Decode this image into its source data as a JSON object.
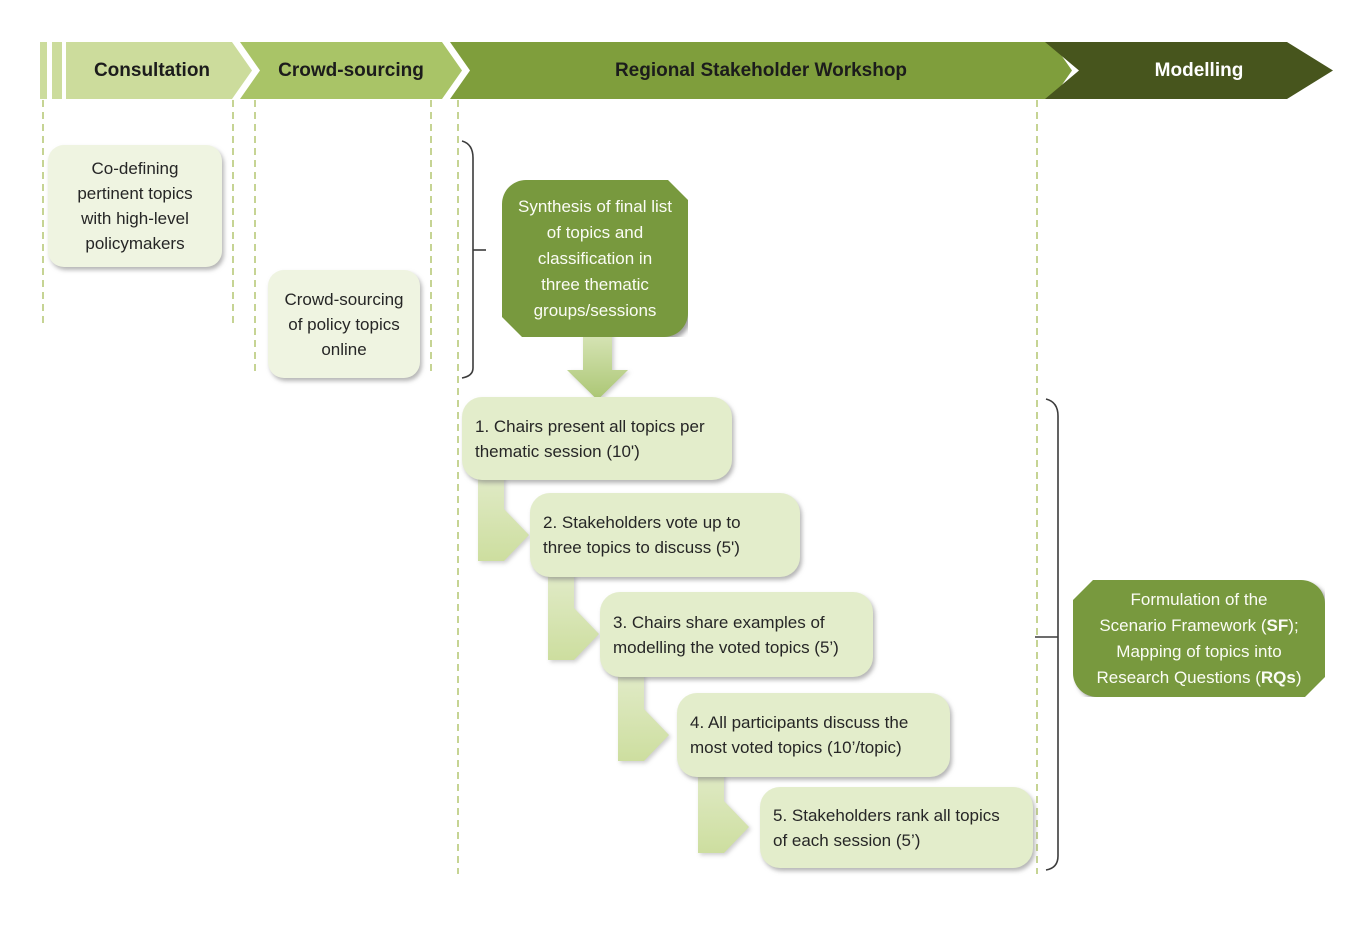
{
  "colors": {
    "phase1_fill": "#ccdc9c",
    "phase2_fill": "#a9c467",
    "phase3_fill": "#7f9e3c",
    "phase4_fill": "#47551d",
    "green_box_fill": "#78993e",
    "light_box_fill": "#eff4e1",
    "cascade_box_fill": "#e3edcb",
    "connector_fill": "#dde9c0",
    "dashed_line": "#c6d494",
    "bracket_stroke": "#3c3c3c"
  },
  "phases": [
    {
      "label": "Consultation"
    },
    {
      "label": "Crowd-sourcing"
    },
    {
      "label": "Regional Stakeholder Workshop"
    },
    {
      "label": "Modelling"
    }
  ],
  "consultation": {
    "box_lines": [
      "Co-defining",
      "pertinent topics",
      "with high-level",
      "policymakers"
    ]
  },
  "crowdsourcing": {
    "box_lines": [
      "Crowd-sourcing",
      "of policy topics",
      "online"
    ]
  },
  "workshop": {
    "synthesis_lines": [
      "Synthesis of final list",
      "of topics and",
      "classification in",
      "three thematic",
      "groups/sessions"
    ],
    "steps": [
      {
        "line1": "1. Chairs present all topics per",
        "line2": "thematic session (10')"
      },
      {
        "line1": "2. Stakeholders vote up to",
        "line2": "three topics to discuss (5')"
      },
      {
        "line1": "3. Chairs share examples of",
        "line2": "modelling the voted topics (5’)"
      },
      {
        "line1": "4. All participants discuss the",
        "line2": "most voted topics (10’/topic)"
      },
      {
        "line1": "5. Stakeholders rank all topics",
        "line2": "of each session (5’)"
      }
    ]
  },
  "modelling": {
    "l1": "Formulation of the",
    "l2a": "Scenario Framework (",
    "l2b": "SF",
    "l2c": ");",
    "l3": "Mapping of topics into",
    "l4a": "Research Questions (",
    "l4b": "RQs",
    "l4c": ")"
  }
}
